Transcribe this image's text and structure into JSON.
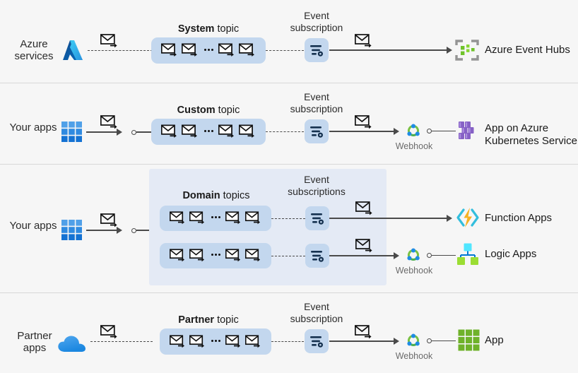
{
  "diagram": {
    "title": "Azure Event Grid sources, topics, event subscriptions and handlers",
    "colors": {
      "background": "#f6f6f6",
      "topic_pill": "#c3d7ee",
      "domain_container": "#e4eaf5",
      "divider": "#d8d8d8",
      "connector": "#4a4a4a",
      "webhook_green": "#5aa832",
      "event_hubs_green": "#6fc22a",
      "kubernetes_purple": "#8661c5",
      "function_apps_yellow": "#f6b221",
      "logic_apps_cyan": "#50e6ff",
      "app_green": "#6fb22a",
      "azure_blue": "#1f8ce5"
    },
    "rows": [
      {
        "id": "system",
        "source_label": "Azure\nservices",
        "source_icon": "azure-logo-icon",
        "source_connector": "dashed",
        "source_connector_endpoint": "none",
        "event_icon": "envelope-arrow-icon",
        "topic_title_strong": "System",
        "topic_title_rest": " topic",
        "topic_events": 4,
        "topic_ellipsis": "...",
        "subscription_label": "Event\nsubscription",
        "subscription_icon": "filter-gear-icon",
        "subscription_connector": "dashed",
        "handler_connector": "solid",
        "handler_event_icon": "envelope-arrow-icon",
        "webhook": null,
        "destination_label": "Azure Event Hubs",
        "destination_icon": "event-hubs-icon"
      },
      {
        "id": "custom",
        "source_label": "Your apps",
        "source_icon": "apps-grid-blue-icon",
        "source_connector": "solid",
        "source_connector_endpoint": "circle",
        "event_icon": "envelope-arrow-icon",
        "topic_title_strong": "Custom",
        "topic_title_rest": " topic",
        "topic_events": 4,
        "topic_ellipsis": "...",
        "subscription_label": "Event\nsubscription",
        "subscription_icon": "filter-gear-icon",
        "subscription_connector": "dashed",
        "handler_connector": "solid",
        "handler_event_icon": "envelope-arrow-icon",
        "webhook": "Webhook",
        "destination_label": "App on Azure\nKubernetes Service",
        "destination_icon": "kubernetes-icon"
      },
      {
        "id": "domain",
        "source_label": "Your apps",
        "source_icon": "apps-grid-blue-icon",
        "source_connector": "solid",
        "source_connector_endpoint": "circle",
        "event_icon": "envelope-arrow-icon",
        "topic_title_strong": "Domain",
        "topic_title_rest": " topics",
        "topic_events": 4,
        "topic_ellipsis": "...",
        "subscription_label": "Event\nsubscriptions",
        "subscription_icon": "filter-gear-icon",
        "subscription_connector": "dashed",
        "handler_connector": "solid",
        "handler_event_icon": "envelope-arrow-icon",
        "branches": [
          {
            "webhook": null,
            "destination_label": "Function Apps",
            "destination_icon": "function-apps-icon"
          },
          {
            "webhook": "Webhook",
            "destination_label": "Logic Apps",
            "destination_icon": "logic-apps-icon"
          }
        ]
      },
      {
        "id": "partner",
        "source_label": "Partner\napps",
        "source_icon": "cloud-icon",
        "source_connector": "dashed",
        "source_connector_endpoint": "none",
        "event_icon": "envelope-arrow-icon",
        "topic_title_strong": "Partner",
        "topic_title_rest": " topic",
        "topic_events": 4,
        "topic_ellipsis": "...",
        "subscription_label": "Event\nsubscription",
        "subscription_icon": "filter-gear-icon",
        "subscription_connector": "dashed",
        "handler_connector": "solid",
        "handler_event_icon": "envelope-arrow-icon",
        "webhook": "Webhook",
        "destination_label": "App",
        "destination_icon": "app-grid-green-icon"
      }
    ]
  }
}
